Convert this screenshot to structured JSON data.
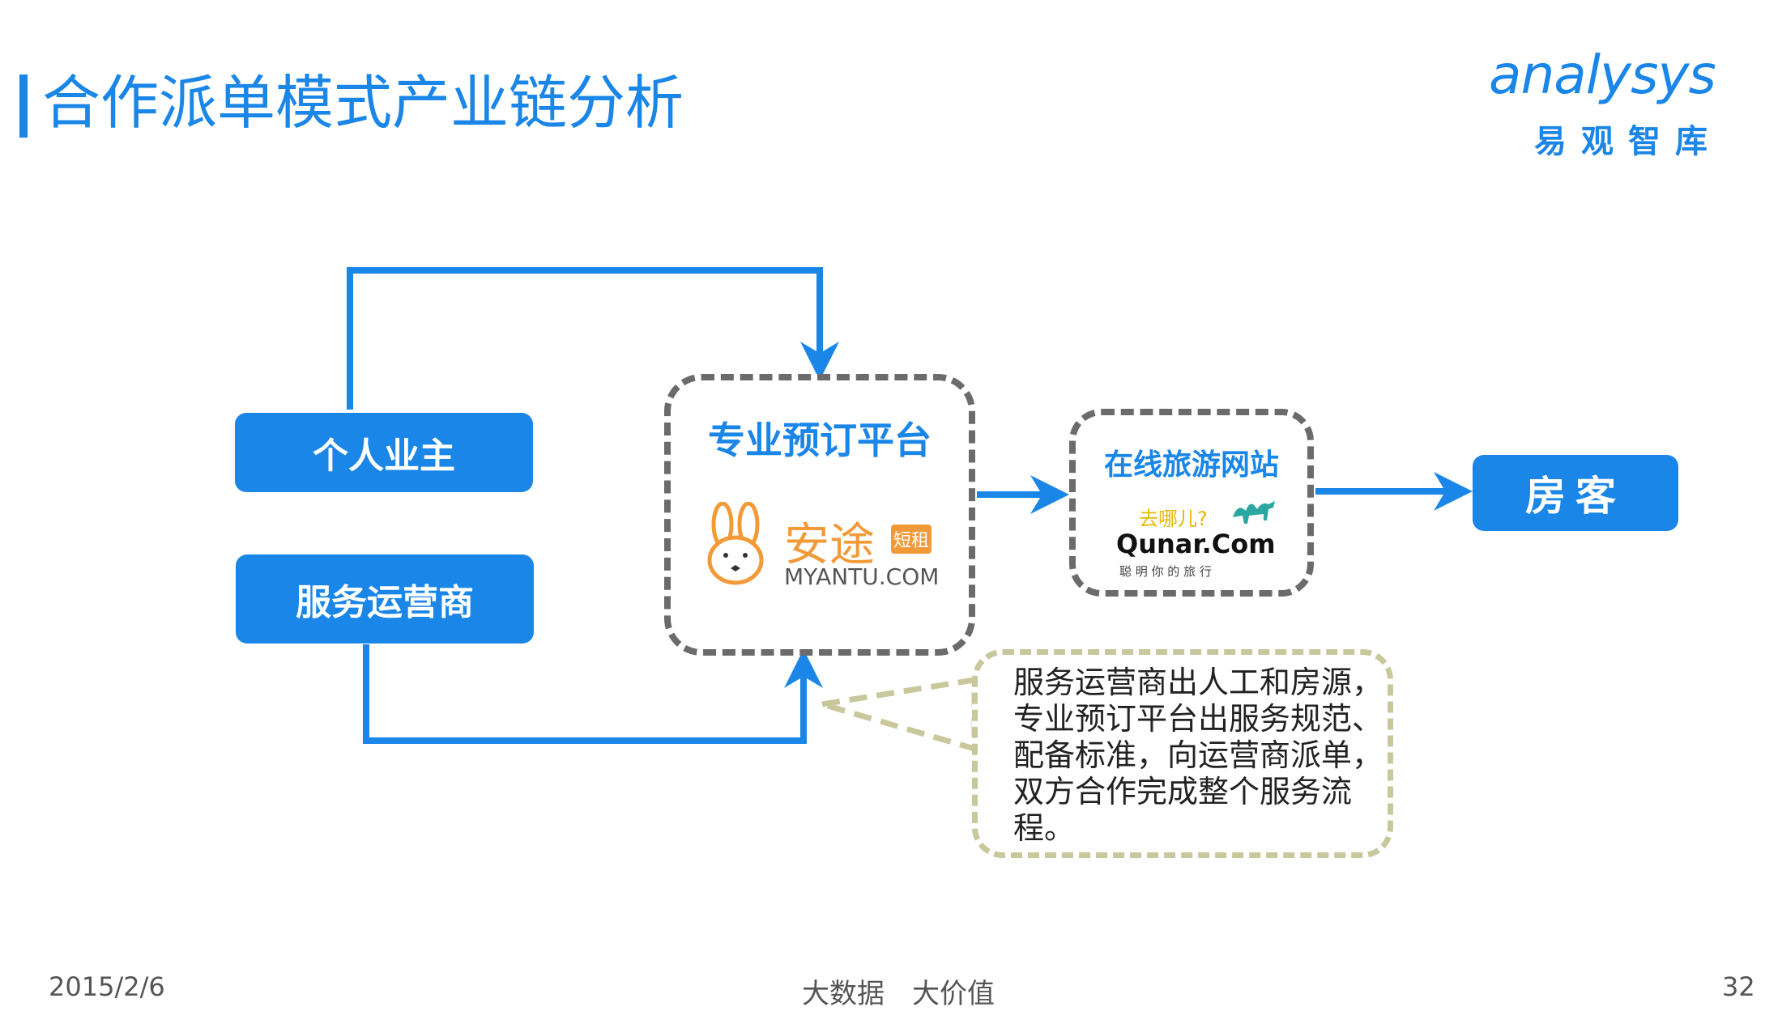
{
  "title": "合作派单模式产业链分析",
  "logo": {
    "word": "analysys",
    "sub": "易观智库"
  },
  "nodes": {
    "owner": "个人业主",
    "operator": "服务运营商",
    "platform": {
      "title": "专业预订平台",
      "brand_cn": "安途",
      "brand_tag": "短租",
      "brand_en": "MYANTU.COM"
    },
    "ota": {
      "title": "在线旅游网站",
      "brand_cn": "去哪儿?",
      "brand_en": "Qunar.Com",
      "slogan": "聪 明 你 的 旅 行"
    },
    "guest": "房客"
  },
  "note": "服务运营商出人工和房源，专业预订平台出服务规范、配备标准，向运营商派单，双方合作完成整个服务流程。",
  "footer": {
    "date": "2015/2/6",
    "center": "大数据　大价值",
    "page": "32"
  },
  "colors": {
    "accent": "#1a86e8",
    "dash_gray": "#6b6b6b",
    "note_border": "#c8c89c",
    "rabbit_orange": "#f29a38"
  }
}
